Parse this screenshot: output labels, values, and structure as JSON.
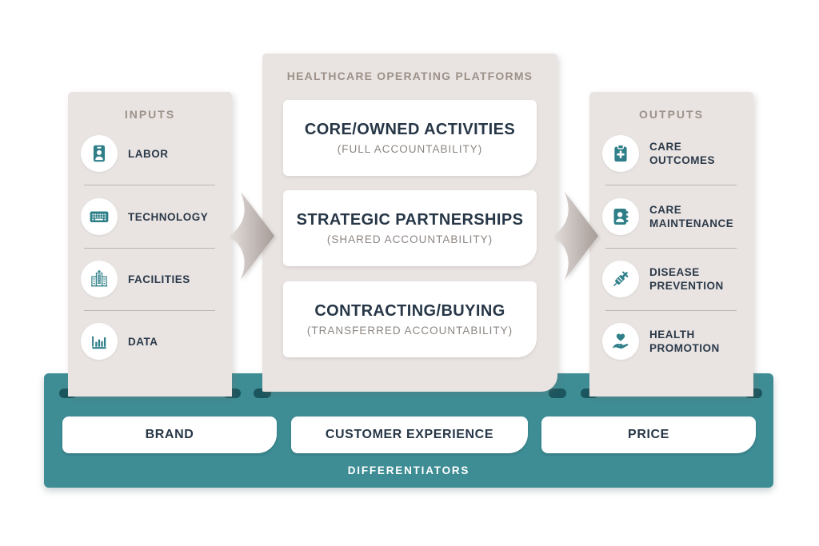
{
  "panels": {
    "inputs": {
      "heading": "INPUTS",
      "items": [
        {
          "label": "LABOR",
          "icon": "id-badge-icon"
        },
        {
          "label": "TECHNOLOGY",
          "icon": "keyboard-icon"
        },
        {
          "label": "FACILITIES",
          "icon": "hospital-icon"
        },
        {
          "label": "DATA",
          "icon": "bar-chart-icon"
        }
      ]
    },
    "platforms": {
      "heading": "HEALTHCARE OPERATING PLATFORMS",
      "cards": [
        {
          "title": "CORE/OWNED ACTIVITIES",
          "subtitle": "(FULL ACCOUNTABILITY)"
        },
        {
          "title": "STRATEGIC PARTNERSHIPS",
          "subtitle": "(SHARED ACCOUNTABILITY)"
        },
        {
          "title": "CONTRACTING/BUYING",
          "subtitle": "(TRANSFERRED ACCOUNTABILITY)"
        }
      ]
    },
    "outputs": {
      "heading": "OUTPUTS",
      "items": [
        {
          "label": "CARE\nOUTCOMES",
          "icon": "clipboard-plus-icon"
        },
        {
          "label": "CARE\nMAINTENANCE",
          "icon": "contact-book-icon"
        },
        {
          "label": "DISEASE\nPREVENTION",
          "icon": "syringe-icon"
        },
        {
          "label": "HEALTH\nPROMOTION",
          "icon": "hand-heart-icon"
        }
      ]
    }
  },
  "differentiators": {
    "heading": "DIFFERENTIATORS",
    "boxes": [
      {
        "label": "BRAND"
      },
      {
        "label": "CUSTOMER EXPERIENCE"
      },
      {
        "label": "PRICE"
      }
    ]
  },
  "colors": {
    "teal": "#3E8D95",
    "slot_dark": "#1B565E",
    "panel_bg": "#E9E4E2",
    "navy_text": "#2B3949",
    "card_title": "#273747",
    "muted_heading": "#9D9189",
    "subtitle_gray": "#8D8682",
    "divider": "#BCB4B0",
    "icon_teal": "#2F7F89",
    "arrow_light": "#E3DDDA",
    "arrow_dark": "#A69C98",
    "white": "#FFFFFF"
  }
}
